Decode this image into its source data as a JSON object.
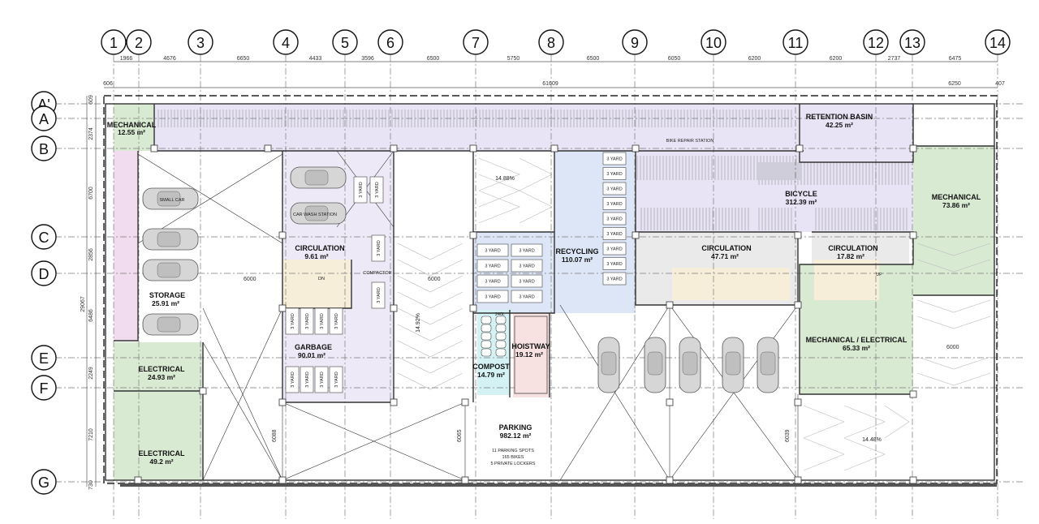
{
  "grid_columns": [
    "1",
    "2",
    "3",
    "4",
    "5",
    "6",
    "7",
    "8",
    "9",
    "10",
    "11",
    "12",
    "13",
    "14"
  ],
  "grid_rows": [
    "A'",
    "A",
    "B",
    "C",
    "D",
    "E",
    "F",
    "G"
  ],
  "column_dimensions": [
    "1966",
    "4676",
    "6650",
    "4433",
    "3596",
    "6500",
    "5750",
    "6500",
    "6050",
    "6200",
    "6200",
    "2737",
    "6475"
  ],
  "row_dimensions": [
    "2374",
    "6700",
    "2856",
    "6486",
    "2249",
    "7210",
    "730"
  ],
  "top_dimensions": {
    "offset_left": "606",
    "overall": "61609",
    "right_bay": "6250",
    "right_edge": "407",
    "top_offset": "609"
  },
  "overall_depth": "29067",
  "internal_dimensions": [
    "6000",
    "6000",
    "6000",
    "6088",
    "6065",
    "6039"
  ],
  "ramp_slopes": [
    "14.88%",
    "14.92%",
    "14.48%"
  ],
  "rooms": {
    "mechanical_nw": {
      "name": "MECHANICAL",
      "area": "12.55 m²"
    },
    "retention": {
      "name": "RETENTION BASIN",
      "area": "42.25 m²"
    },
    "bicycle": {
      "name": "BICYCLE",
      "area": "312.39 m²"
    },
    "mechanical_e": {
      "name": "MECHANICAL",
      "area": "73.86 m²"
    },
    "circulation_1": {
      "name": "CIRCULATION",
      "area": "9.61 m²"
    },
    "recycling": {
      "name": "RECYCLING",
      "area": "110.07 m²"
    },
    "circulation_2": {
      "name": "CIRCULATION",
      "area": "47.71 m²"
    },
    "circulation_3": {
      "name": "CIRCULATION",
      "area": "17.82 m²"
    },
    "storage": {
      "name": "STORAGE",
      "area": "25.91 m²"
    },
    "garbage": {
      "name": "GARBAGE",
      "area": "90.01 m²"
    },
    "hoistway": {
      "name": "HOISTWAY",
      "area": "19.12 m²"
    },
    "compost": {
      "name": "COMPOST",
      "area": "14.79 m²"
    },
    "mech_elec": {
      "name": "MECHANICAL / ELECTRICAL",
      "area": "65.33 m²"
    },
    "electrical_1": {
      "name": "ELECTRICAL",
      "area": "24.93 m²"
    },
    "electrical_2": {
      "name": "ELECTRICAL",
      "area": "49.2 m²"
    },
    "parking": {
      "name": "PARKING",
      "area": "982.12 m²"
    }
  },
  "parking_notes": [
    "11 PARKING SPOTS",
    "165 BIKES",
    "5 PRIVATE LOCKERS"
  ],
  "labels": {
    "small_car": "SMALL CAR",
    "carwash": "CAR WASH STATION",
    "bike_repair": "BIKE REPAIR STATION",
    "compactor": "COMPACTOR",
    "yard": "3 YARD",
    "bin": "240L",
    "up": "UP",
    "dn": "DN"
  },
  "colors": {
    "mechanical": "#d9ead3",
    "bicycle": "#e8e4f5",
    "recycling": "#dde6f7",
    "storage": "#f1dcef",
    "compost": "#d4f1f4",
    "hoistway": "#f8e1e1",
    "circulation": "#eaeaea",
    "stair": "#f7eed9",
    "parking": "#ffffff"
  }
}
